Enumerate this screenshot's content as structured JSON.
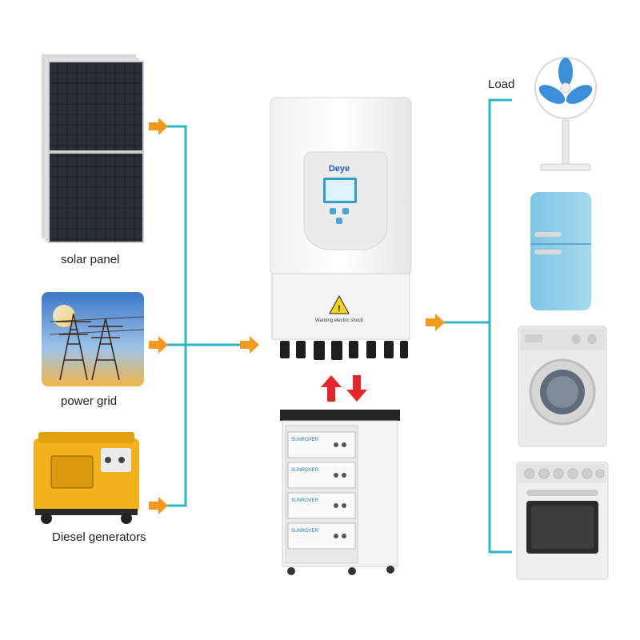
{
  "sources": [
    {
      "label": "solar panel",
      "icon": "solar-panel-icon"
    },
    {
      "label": "power grid",
      "icon": "power-grid-icon"
    },
    {
      "label": "Diesel generators",
      "icon": "diesel-generator-icon"
    }
  ],
  "inverter": {
    "brand": "Deye",
    "warning": "Warning electric shock",
    "icon": "hybrid-inverter-icon"
  },
  "battery": {
    "brand": "SUNROVER",
    "modules": 4,
    "icon": "battery-rack-icon"
  },
  "load": {
    "label": "Load",
    "items": [
      "fan-icon",
      "refrigerator-icon",
      "washing-machine-icon",
      "oven-icon"
    ]
  },
  "colors": {
    "line": "#2cb5c7",
    "arrow": "#f39a1e",
    "updown": "#e8262a"
  }
}
